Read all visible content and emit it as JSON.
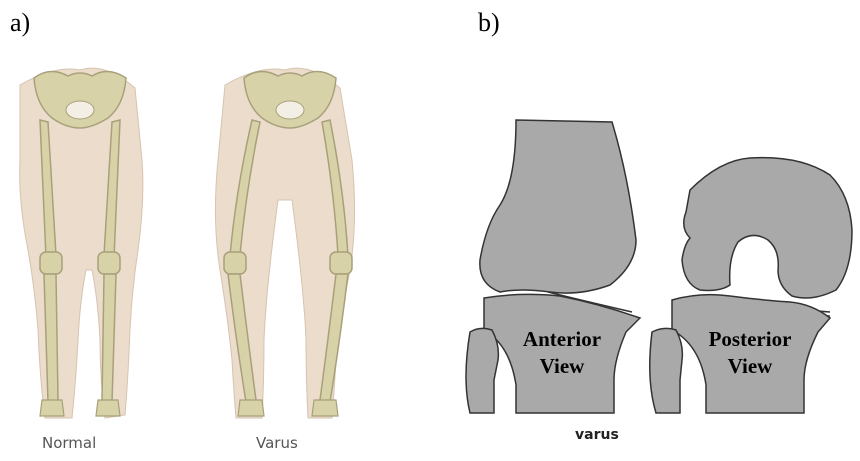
{
  "panels": {
    "a": {
      "label": "a)",
      "figures": [
        {
          "caption": "Normal"
        },
        {
          "caption": "Varus"
        }
      ]
    },
    "b": {
      "label": "b)",
      "anterior": {
        "line1": "Anterior",
        "line2": "View"
      },
      "posterior": {
        "line1": "Posterior",
        "line2": "View"
      },
      "caption": "varus"
    }
  },
  "colors": {
    "bone": "#d8d2a8",
    "bone_edge": "#a8a07a",
    "skin": "#ecdccc",
    "knee_gray": "#a9a9a9"
  }
}
